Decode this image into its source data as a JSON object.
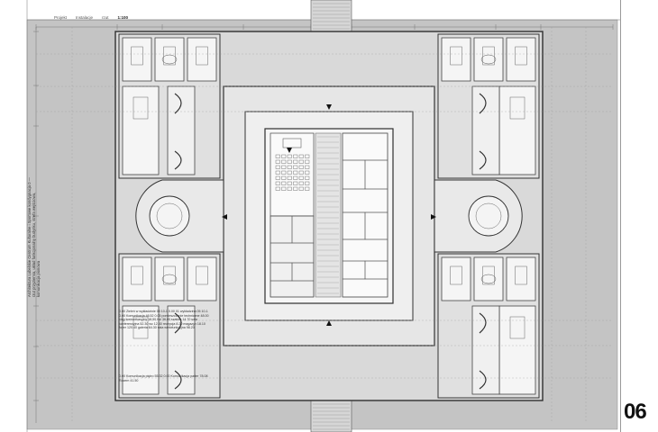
{
  "header": {
    "project_label": "Projekt",
    "section_label": "Instalacje",
    "scale_label": "rzut",
    "scale_value": "1:100"
  },
  "sheet": {
    "number": "06"
  },
  "side_caption": {
    "text": "Architektura Lubelskie Centrum Kulturalne i Sportowe kondygnacja 0 — rzut przyziemia, układ funkcjonalny budynku, strefa wejściowa, komunikacja pionowa"
  },
  "notes": {
    "block1": "0.00 Zieleń w wykładzinie 05 10-1 0.00 01 wykładzina 05 10-1 0.00 Komunikacja 46.52 0.05 pomieszczenie techniczne 48.00 ciąg komunikacyjny 18.50 hol 36.00 szatnia 14.70 sala konferencyjna 52.30 wc 12.40 recepcja 8.20 magazyn 18.10 foyer 120.40 galeria 64.30 sala wielofunkcyjna 98.20",
    "block2": "0.00 Komunikacja piętro 55.32 0.00 Komunikacja parter 78.08 Razem 41.50"
  },
  "colors": {
    "paper": "#ffffff",
    "plan_ground": "#c9c9c9",
    "outer_field": "#bdbdbd",
    "wall": "#3a3a3a",
    "room_fill": "#f4f4f4",
    "court": "#e2e2e2",
    "line": "#555555"
  }
}
